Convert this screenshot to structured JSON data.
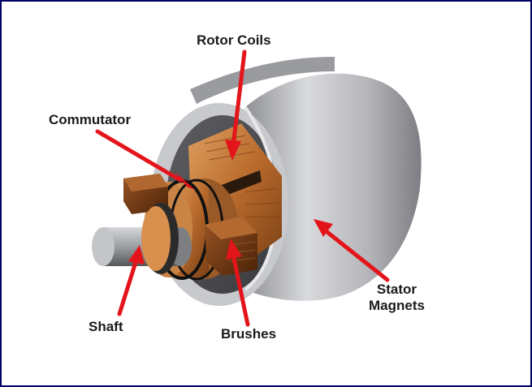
{
  "labels": {
    "rotor_coils": "Rotor Coils",
    "commutator": "Commutator",
    "shaft": "Shaft",
    "brushes": "Brushes",
    "stator_line1": "Stator",
    "stator_line2": "Magnets"
  },
  "colors": {
    "frame": "#000066",
    "arrow": "#e4141b",
    "stator": "#b9b9bd",
    "copper": "#c57a3c",
    "shaft": "#a0a2a6"
  }
}
